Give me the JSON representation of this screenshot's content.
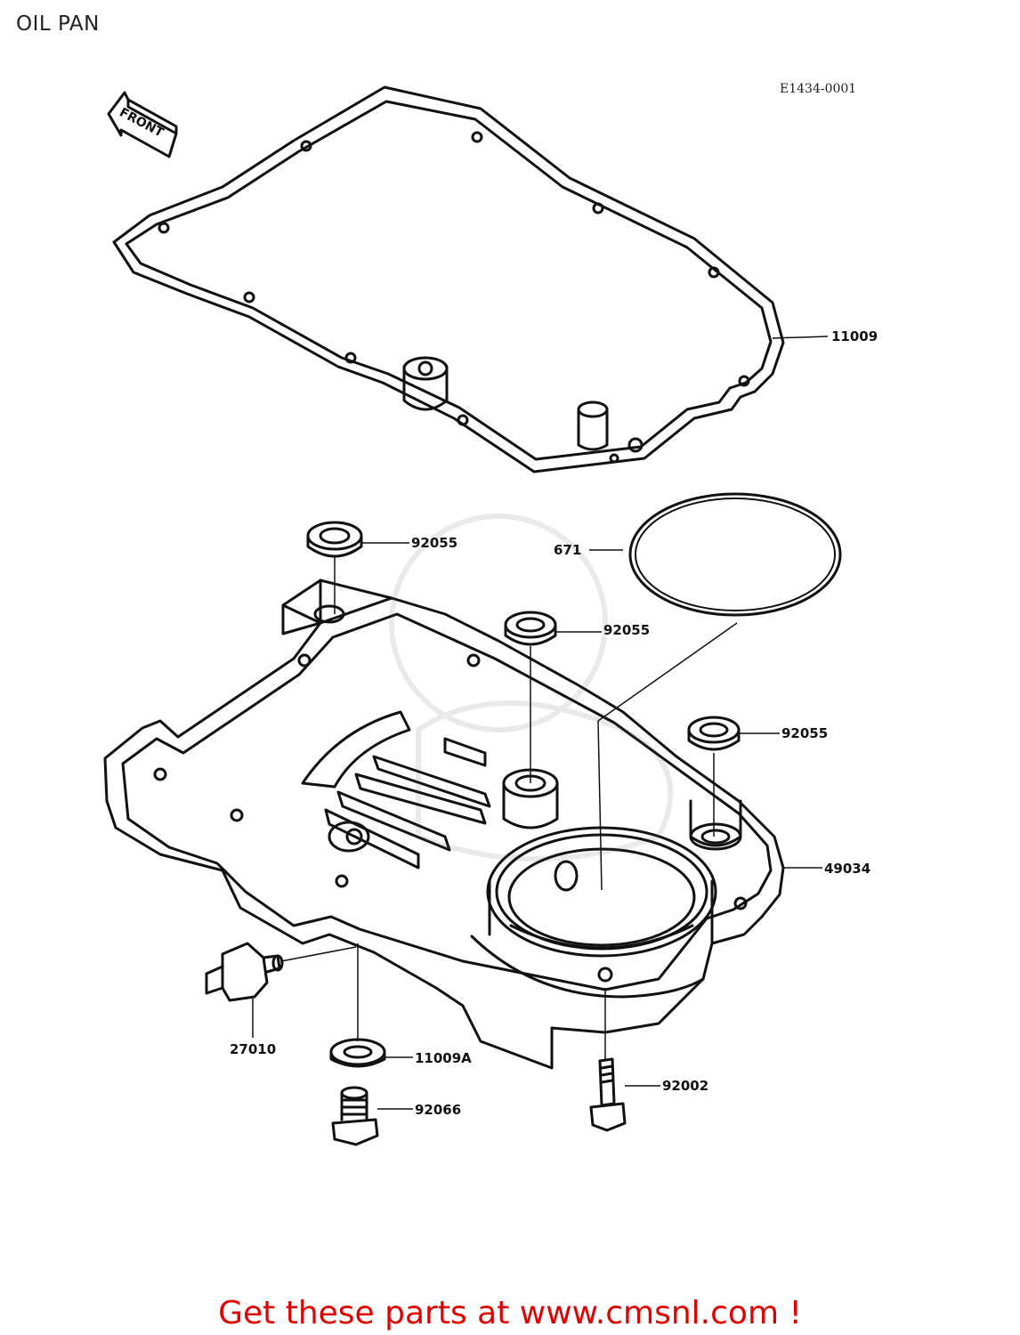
{
  "page": {
    "title": "OIL PAN",
    "drawing_code": "E1434-0001",
    "front_label": "FRONT",
    "promo_text": "Get these parts at www.cmsnl.com !"
  },
  "parts": [
    {
      "id": "gasket",
      "number": "11009"
    },
    {
      "id": "collar-a",
      "number": "92055"
    },
    {
      "id": "o-ring",
      "number": "671"
    },
    {
      "id": "collar-b",
      "number": "92055"
    },
    {
      "id": "collar-c",
      "number": "92055"
    },
    {
      "id": "oil-pan",
      "number": "49034"
    },
    {
      "id": "switch",
      "number": "27010"
    },
    {
      "id": "washer",
      "number": "11009A"
    },
    {
      "id": "bolt",
      "number": "92002"
    },
    {
      "id": "drain-plug",
      "number": "92066"
    }
  ],
  "colors": {
    "promo": "#e00000",
    "line": "#111111"
  }
}
